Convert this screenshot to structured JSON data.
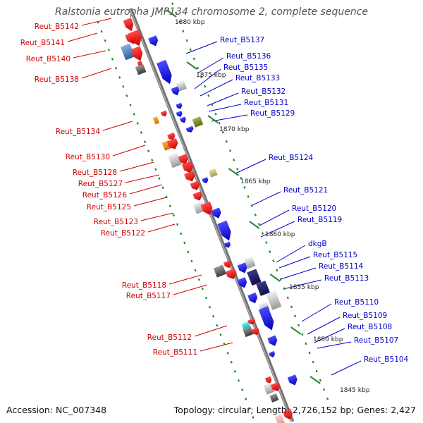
{
  "title": "Ralstonia eutropha JMP134 chromosome 2, complete sequence",
  "footer": {
    "accession": "Accession: NC_007348",
    "summary": "Topology: circular; Length: 2,726,152 bp; Genes: 2,427"
  },
  "colors": {
    "left_label": "#d00000",
    "right_label": "#0000cc",
    "backbone": "#8a8a8a",
    "tick": "#1a8a1a"
  },
  "ticks": [
    "1880 kbp",
    "1875 kbp",
    "1870 kbp",
    "1865 kbp",
    "1860 kbp",
    "1855 kbp",
    "1850 kbp",
    "1845 kbp"
  ],
  "left_labels": [
    "Reut_B5142",
    "Reut_B5141",
    "Reut_B5140",
    "Reut_B5138",
    "Reut_B5134",
    "Reut_B5130",
    "Reut_B5128",
    "Reut_B5127",
    "Reut_B5126",
    "Reut_B5125",
    "Reut_B5123",
    "Reut_B5122",
    "Reut_B5118",
    "Reut_B5117",
    "Reut_B5112",
    "Reut_B5111"
  ],
  "right_labels": [
    "Reut_B5137",
    "Reut_B5136",
    "Reut_B5135",
    "Reut_B5133",
    "Reut_B5132",
    "Reut_B5131",
    "Reut_B5129",
    "Reut_B5124",
    "Reut_B5121",
    "Reut_B5120",
    "Reut_B5119",
    "dkgB",
    "Reut_B5115",
    "Reut_B5114",
    "Reut_B5113",
    "Reut_B5110",
    "Reut_B5109",
    "Reut_B5108",
    "Reut_B5107",
    "Reut_B5104"
  ]
}
